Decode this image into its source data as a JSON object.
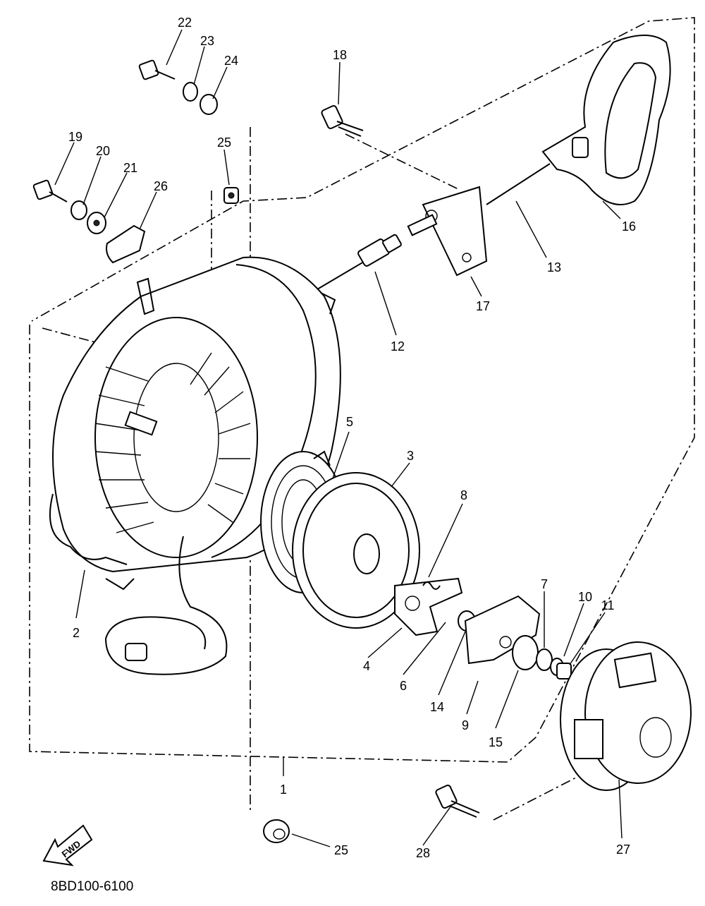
{
  "diagram": {
    "part_labels": [
      "1",
      "2",
      "3",
      "4",
      "5",
      "6",
      "7",
      "8",
      "9",
      "10",
      "11",
      "12",
      "13",
      "14",
      "15",
      "16",
      "17",
      "18",
      "19",
      "20",
      "21",
      "22",
      "23",
      "24",
      "25",
      "25",
      "26",
      "27",
      "28"
    ],
    "fwd_arrow_label": "FWD",
    "diagram_code": "8BD100-6100"
  }
}
